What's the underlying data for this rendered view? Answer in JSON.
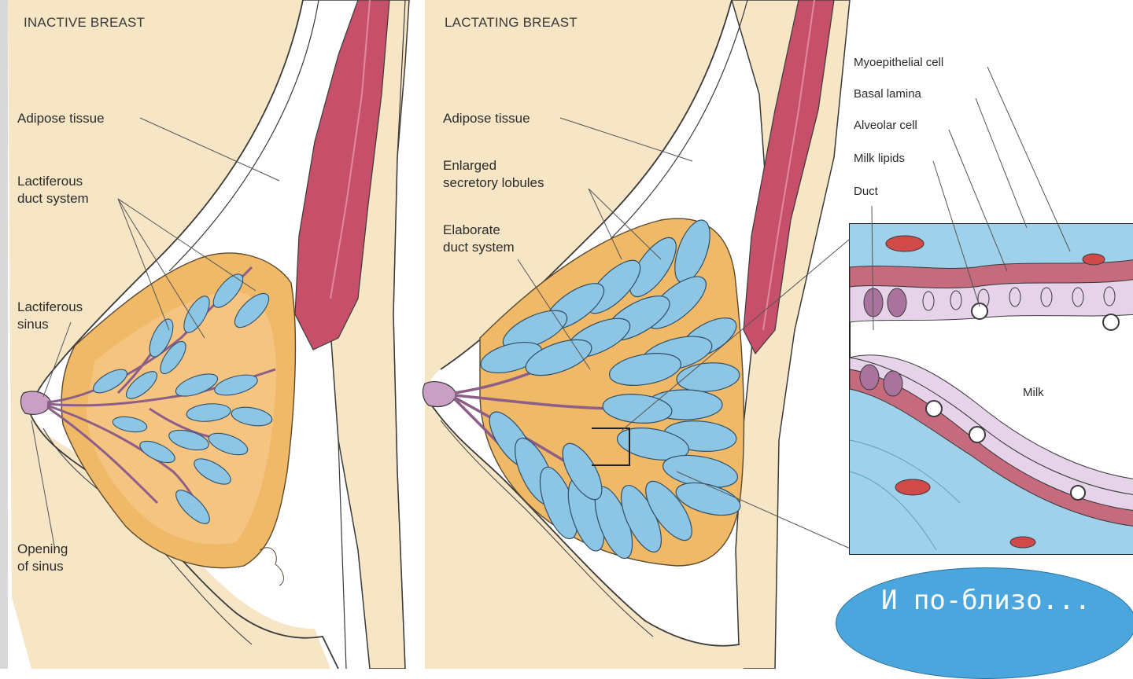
{
  "headings": {
    "inactive": "INACTIVE BREAST",
    "lactating": "LACTATING BREAST"
  },
  "labels": {
    "adipose_left": "Adipose tissue",
    "lactiferous_duct": "Lactiferous\nduct system",
    "lactiferous_sinus": "Lactiferous\nsinus",
    "opening_sinus": "Opening\nof sinus",
    "adipose_right": "Adipose tissue",
    "enlarged_lobules": "Enlarged\nsecretory lobules",
    "elaborate_duct": "Elaborate\nduct system",
    "myoepithelial": "Myoepithelial cell",
    "basal_lamina": "Basal lamina",
    "alveolar_cell": "Alveolar cell",
    "milk_lipids": "Milk lipids",
    "duct": "Duct",
    "milk": "Milk"
  },
  "callout": {
    "text": "И по-близо..."
  },
  "colors": {
    "skin": "#f7e6c6",
    "outline": "#3a3a3a",
    "muscle": "#c6506a",
    "gland": "#f0b968",
    "lobule": "#8cc6e4",
    "duct": "#b989ae",
    "fluid": "#9fd2ea",
    "cell": "#e6d3ea",
    "callout": "#4aa6dc"
  }
}
